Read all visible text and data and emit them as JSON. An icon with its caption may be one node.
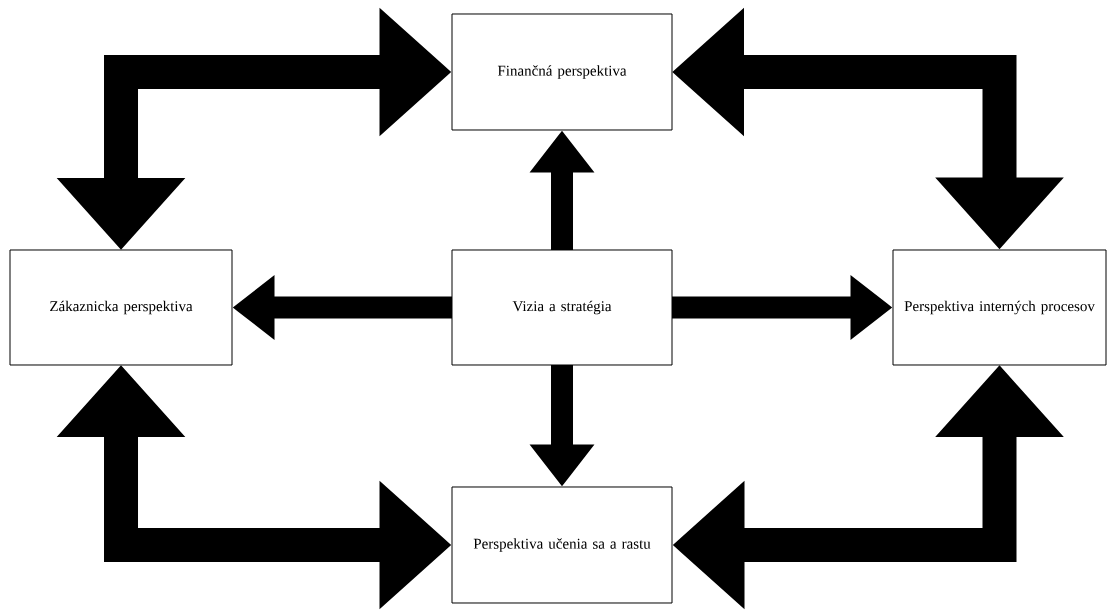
{
  "diagram": {
    "nodes": [
      {
        "text": [
          "Finančná perspektiva"
        ]
      },
      {
        "text": [
          "Zákaznicka perspektiva"
        ]
      },
      {
        "text": [
          "Vizia a stratégia"
        ]
      },
      {
        "text": [
          "Perspektiva interných procesov"
        ]
      },
      {
        "text": [
          "Perspektiva učenia sa a rastu"
        ]
      }
    ],
    "edges": [
      {
        "from": 1,
        "to": 0,
        "arrow": "both"
      },
      {
        "from": 0,
        "to": 3,
        "arrow": "both"
      },
      {
        "from": 2,
        "to": 0,
        "arrow": "to"
      },
      {
        "from": 2,
        "to": 1,
        "arrow": "to"
      },
      {
        "from": 2,
        "to": 3,
        "arrow": "to"
      },
      {
        "from": 2,
        "to": 4,
        "arrow": "to"
      },
      {
        "from": 1,
        "to": 4,
        "arrow": "both"
      },
      {
        "from": 3,
        "to": 4,
        "arrow": "both"
      }
    ]
  }
}
